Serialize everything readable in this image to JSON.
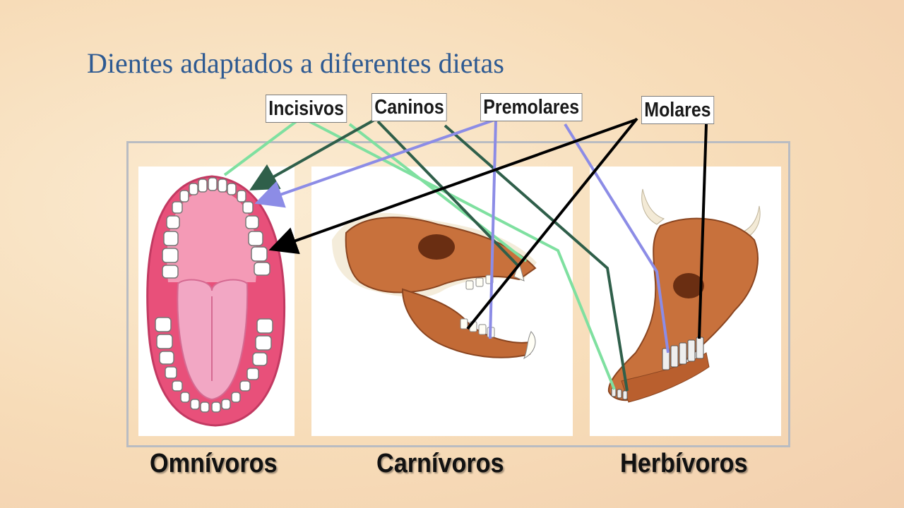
{
  "title": "Dientes adaptados a diferentes dietas",
  "tooth_labels": {
    "incisivos": "Incisivos",
    "caninos": "Caninos",
    "premolares": "Premolares",
    "molares": "Molares"
  },
  "diet_captions": {
    "omnivoros": "Omnívoros",
    "carnivoros": "Carnívoros",
    "herbivoros": "Herbívoros"
  },
  "colors": {
    "title": "#2e5a92",
    "incisivos_line": "#7fe0a0",
    "caninos_line": "#2f5f4a",
    "premolares_line": "#8c8ce6",
    "molares_line": "#000000"
  }
}
